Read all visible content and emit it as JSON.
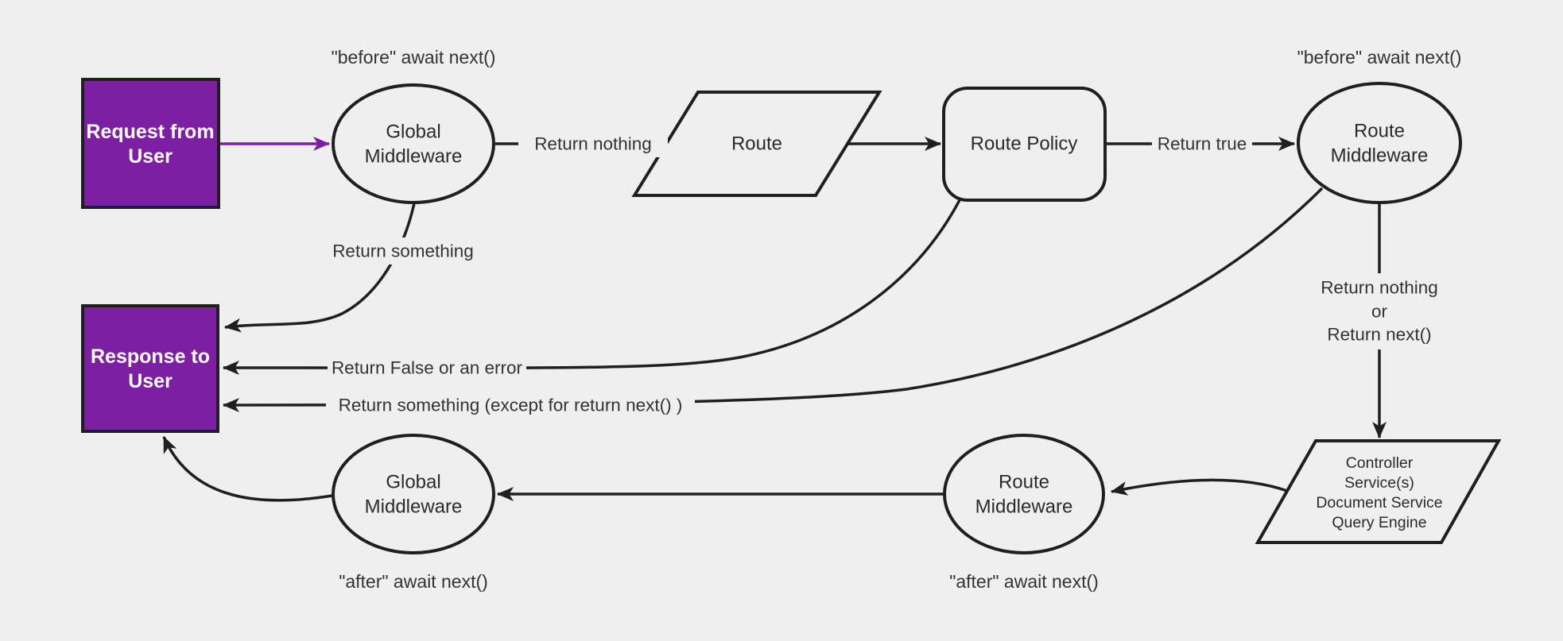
{
  "colors": {
    "background": "#efefef",
    "accent": "#7d1fa2",
    "line": "#1f1f1f",
    "edge_label_text": "#333333",
    "node_text": "#2b2b2b",
    "box_text": "#ffffff"
  },
  "nodes": {
    "request_from_user": {
      "line1": "Request from",
      "line2": "User"
    },
    "global_middleware_before": {
      "line1": "Global",
      "line2": "Middleware"
    },
    "route": {
      "label": "Route"
    },
    "route_policy": {
      "label": "Route Policy"
    },
    "route_middleware_before": {
      "line1": "Route",
      "line2": "Middleware"
    },
    "response_to_user": {
      "line1": "Response to",
      "line2": "User"
    },
    "controller_services": {
      "line1": "Controller",
      "line2": "Service(s)",
      "line3": "Document Service",
      "line4": "Query Engine"
    },
    "route_middleware_after": {
      "line1": "Route",
      "line2": "Middleware"
    },
    "global_middleware_after": {
      "line1": "Global",
      "line2": "Middleware"
    }
  },
  "edge_labels": {
    "before_await_next_left": "\"before\" await next()",
    "before_await_next_right": "\"before\" await next()",
    "return_nothing": "Return nothing",
    "return_true": "Return true",
    "return_something": "Return something",
    "return_false_or_error": "Return False or an error",
    "return_something_except": "Return something (except for return next() )",
    "return_nothing_or_line1": "Return nothing",
    "return_nothing_or_line2": "or",
    "return_nothing_or_line3": "Return next()",
    "after_await_next_left": "\"after\" await next()",
    "after_await_next_right": "\"after\" await next()"
  }
}
